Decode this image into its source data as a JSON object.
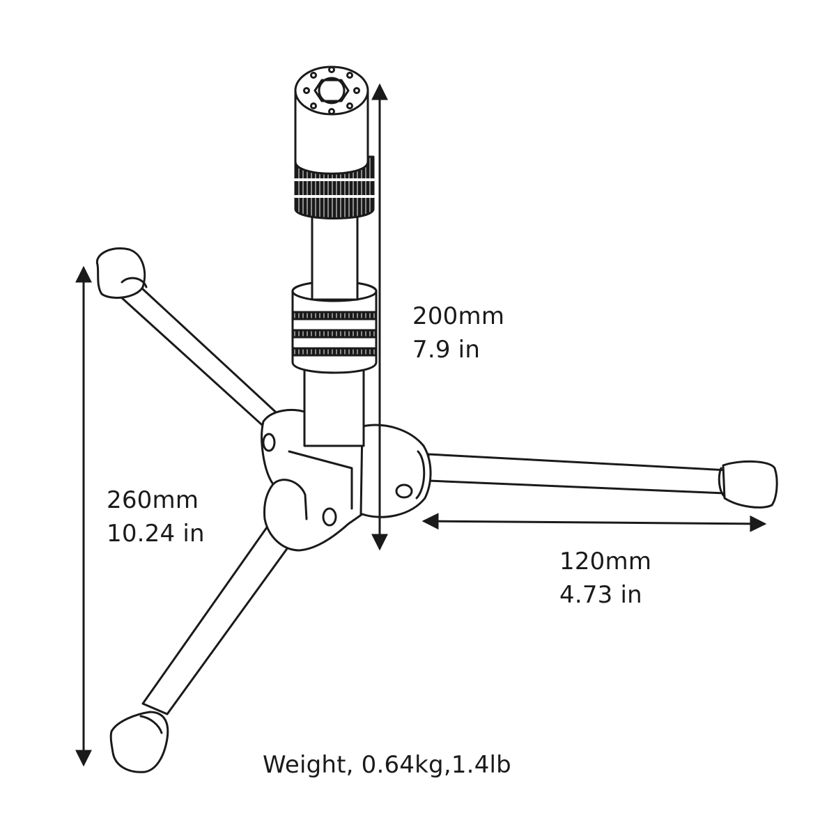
{
  "dimensions": {
    "height": {
      "metric": "200mm",
      "imperial": "7.9 in"
    },
    "base": {
      "metric": "260mm",
      "imperial": "10.24 in"
    },
    "leg": {
      "metric": "120mm",
      "imperial": "4.73 in"
    }
  },
  "weight": "Weight, 0.64kg,1.4lb",
  "colors": {
    "line": "#1a1a1a",
    "fill": "#ffffff",
    "knurl": "#1a1a1a"
  }
}
